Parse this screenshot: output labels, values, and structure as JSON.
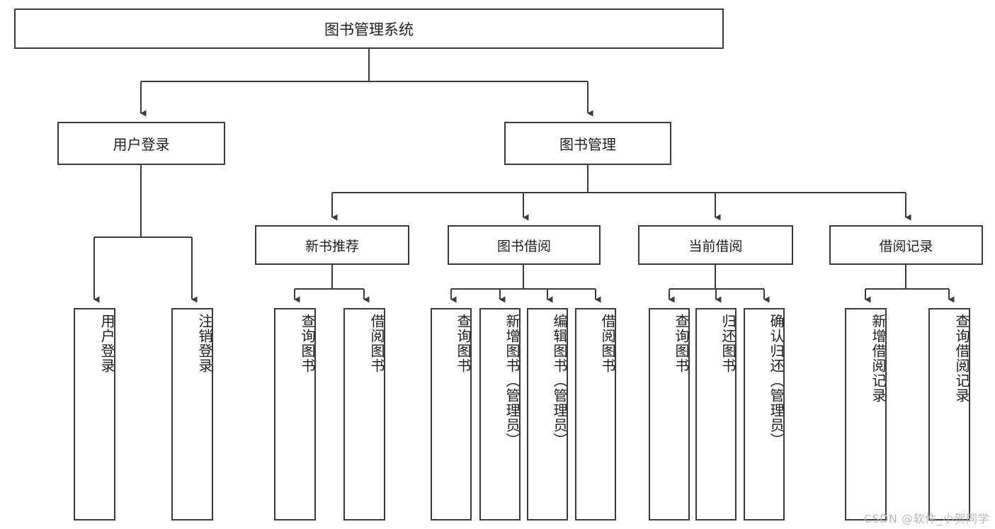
{
  "diagram": {
    "title": "图书管理系统",
    "type": "tree-hierarchy",
    "line_color": "#3c3c3c",
    "box_fill": "#ffffff",
    "text_color": "#1d1d1d",
    "watermark": "CSDN @软件_小贺同学"
  },
  "nodes": {
    "root": {
      "label": "图书管理系统"
    },
    "level1": [
      {
        "label": "用户登录"
      },
      {
        "label": "图书管理"
      }
    ],
    "level2": [
      {
        "label": "新书推荐"
      },
      {
        "label": "图书借阅"
      },
      {
        "label": "当前借阅"
      },
      {
        "label": "借阅记录"
      }
    ],
    "leaves": {
      "user_login": [
        {
          "label": "用户登录"
        },
        {
          "label": "注销登录"
        }
      ],
      "new_book_recommend": [
        {
          "label": "查询图书"
        },
        {
          "label": "借阅图书"
        }
      ],
      "book_borrow": [
        {
          "label": "查询图书"
        },
        {
          "label": "新增图书（管理员）"
        },
        {
          "label": "编辑图书（管理员）"
        },
        {
          "label": "借阅图书"
        }
      ],
      "current_borrow": [
        {
          "label": "查询图书"
        },
        {
          "label": "归还图书"
        },
        {
          "label": "确认归还（管理员）"
        }
      ],
      "borrow_record": [
        {
          "label": "新增借阅记录"
        },
        {
          "label": "查询借阅记录"
        }
      ]
    }
  }
}
